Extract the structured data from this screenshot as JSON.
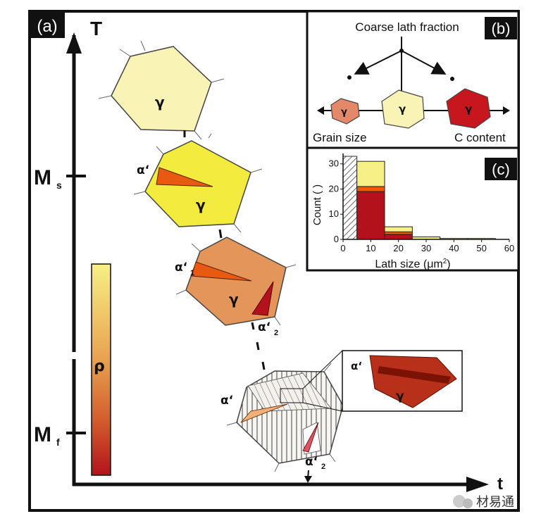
{
  "panels": {
    "a": {
      "label": "(a)",
      "y_axis_label": "T",
      "x_axis_label": "t",
      "ms_label": "M",
      "ms_sub": "s",
      "mf_label": "M",
      "mf_sub": "f",
      "phase_gamma": "γ",
      "phase_alpha1": "α‘",
      "phase_alpha2": "α‘",
      "sub_1": "1",
      "sub_2": "2",
      "colorbar_label": "ρ"
    },
    "b": {
      "label": "(b)",
      "top_label": "Coarse lath fraction",
      "left_label": "Grain size",
      "right_label": "C content",
      "phase_gamma": "γ"
    },
    "c": {
      "label": "(c)",
      "ylabel": "Count ( )",
      "xlabel": "Lath size (μm",
      "xlabel_sup": "2",
      "xlabel_end": ")"
    }
  },
  "watermark": "材易通",
  "colors": {
    "gamma_high": "#f9f3b5",
    "gamma_ms": "#f3ec3f",
    "gamma_mid": "#e4965a",
    "alpha_lath": "#e85a12",
    "alpha_dark": "#b3121c",
    "inset": "#b8301a",
    "colorbar_top": "#f7f086",
    "colorbar_bottom": "#b3121c"
  },
  "chart_data": {
    "type": "bar",
    "x_tick_labels": [
      "0",
      "10",
      "20",
      "30",
      "40",
      "50",
      "60"
    ],
    "y_tick_labels": [
      "0",
      "10",
      "20",
      "30"
    ],
    "xlim": [
      0,
      60
    ],
    "ylim": [
      0,
      33
    ],
    "bin_edges": [
      5,
      15,
      25,
      35,
      45,
      55
    ],
    "series": [
      {
        "color": "#b3121c",
        "values": [
          19,
          2,
          0,
          0,
          0
        ]
      },
      {
        "color": "#e85a12",
        "values": [
          2,
          1,
          0,
          0,
          0
        ]
      },
      {
        "color": "#f7f086",
        "values": [
          10,
          2,
          1,
          0,
          0
        ]
      }
    ],
    "hatched_bin": [
      0,
      5,
      33
    ]
  }
}
